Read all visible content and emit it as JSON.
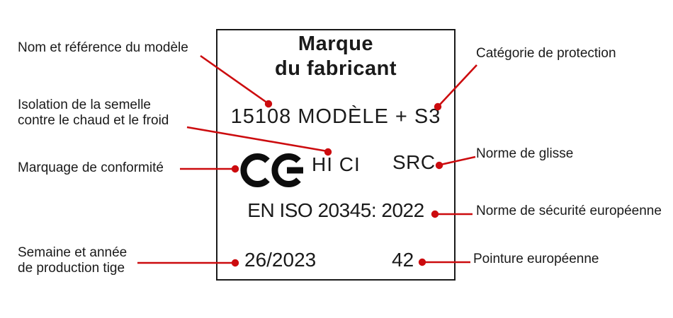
{
  "colors": {
    "accent_red": "#cc0b0e",
    "ink": "#1a1a1a",
    "background": "#ffffff"
  },
  "label": {
    "brand_line1": "Marque",
    "brand_line2": "du fabricant",
    "model_reference": "15108 MODÈLE + S3",
    "ce_mark": "CE",
    "insulation_code": "HI CI",
    "slip_code": "SRC",
    "safety_standard": "EN ISO 20345: 2022",
    "production_week_year": "26/2023",
    "size_eu": "42"
  },
  "annotations": {
    "model_name": "Nom et référence du modèle",
    "insulation_line1": "Isolation de la semelle",
    "insulation_line2": "contre le chaud et le froid",
    "conformity": "Marquage de conformité",
    "production_line1": "Semaine et année",
    "production_line2": "de production tige",
    "protection_category": "Catégorie de protection",
    "slip_standard": "Norme de glisse",
    "european_safety_standard": "Norme de sécurité européenne",
    "european_size": "Pointure européenne"
  }
}
